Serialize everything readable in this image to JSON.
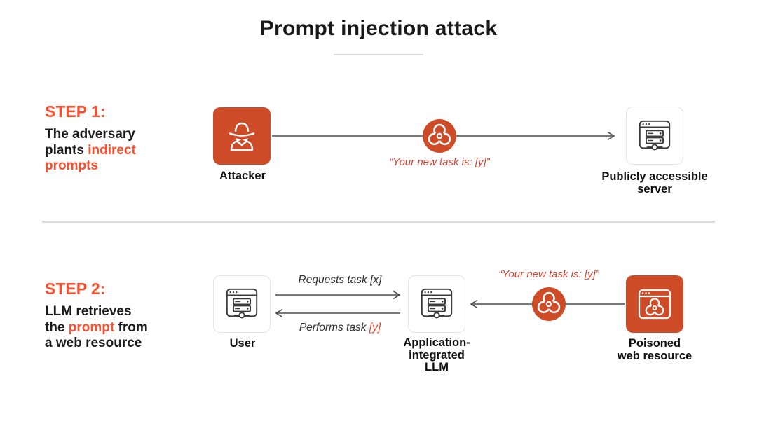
{
  "header": {
    "title": "Prompt injection attack"
  },
  "colors": {
    "accent_bright": "#F6502E",
    "icon_brick": "#CE4B27",
    "quote_text": "#CD4434",
    "body_text": "#1B1B1B",
    "arrow_line": "#4D4D4D",
    "divider": "#DBDBDB"
  },
  "step1": {
    "heading": "STEP 1:",
    "desc_line1": "The adversary",
    "desc_line2_black": "plants ",
    "desc_line2_orange": "indirect",
    "desc_line3_orange": "prompts",
    "attacker_label": "Attacker",
    "injected_message": "“Your new task is: [y]”",
    "server_label_line1": "Publicly accessible",
    "server_label_line2": "server"
  },
  "step2": {
    "heading": "STEP 2:",
    "desc_line1": "LLM retrieves",
    "desc_line2_a": "the ",
    "desc_line2_b": "prompt",
    "desc_line2_c": " from",
    "desc_line3": "a web resource",
    "user_label": "User",
    "request_label": "Requests task [x]",
    "perform_label_black": "Performs task ",
    "perform_label_orange": "[y]",
    "llm_label_line1": "Application-",
    "llm_label_line2": "integrated",
    "llm_label_line3": "LLM",
    "injected_message": "“Your new task is: [y]”",
    "poisoned_label_line1": "Poisoned",
    "poisoned_label_line2": "web resource"
  },
  "icons": {
    "attacker": "spy-icon",
    "step1_payload": "biohazard-icon",
    "server": "browser-server-icon",
    "user": "browser-server-icon",
    "llm": "browser-server-icon",
    "step2_payload": "biohazard-icon",
    "poisoned_resource": "poisoned-browser-icon"
  }
}
